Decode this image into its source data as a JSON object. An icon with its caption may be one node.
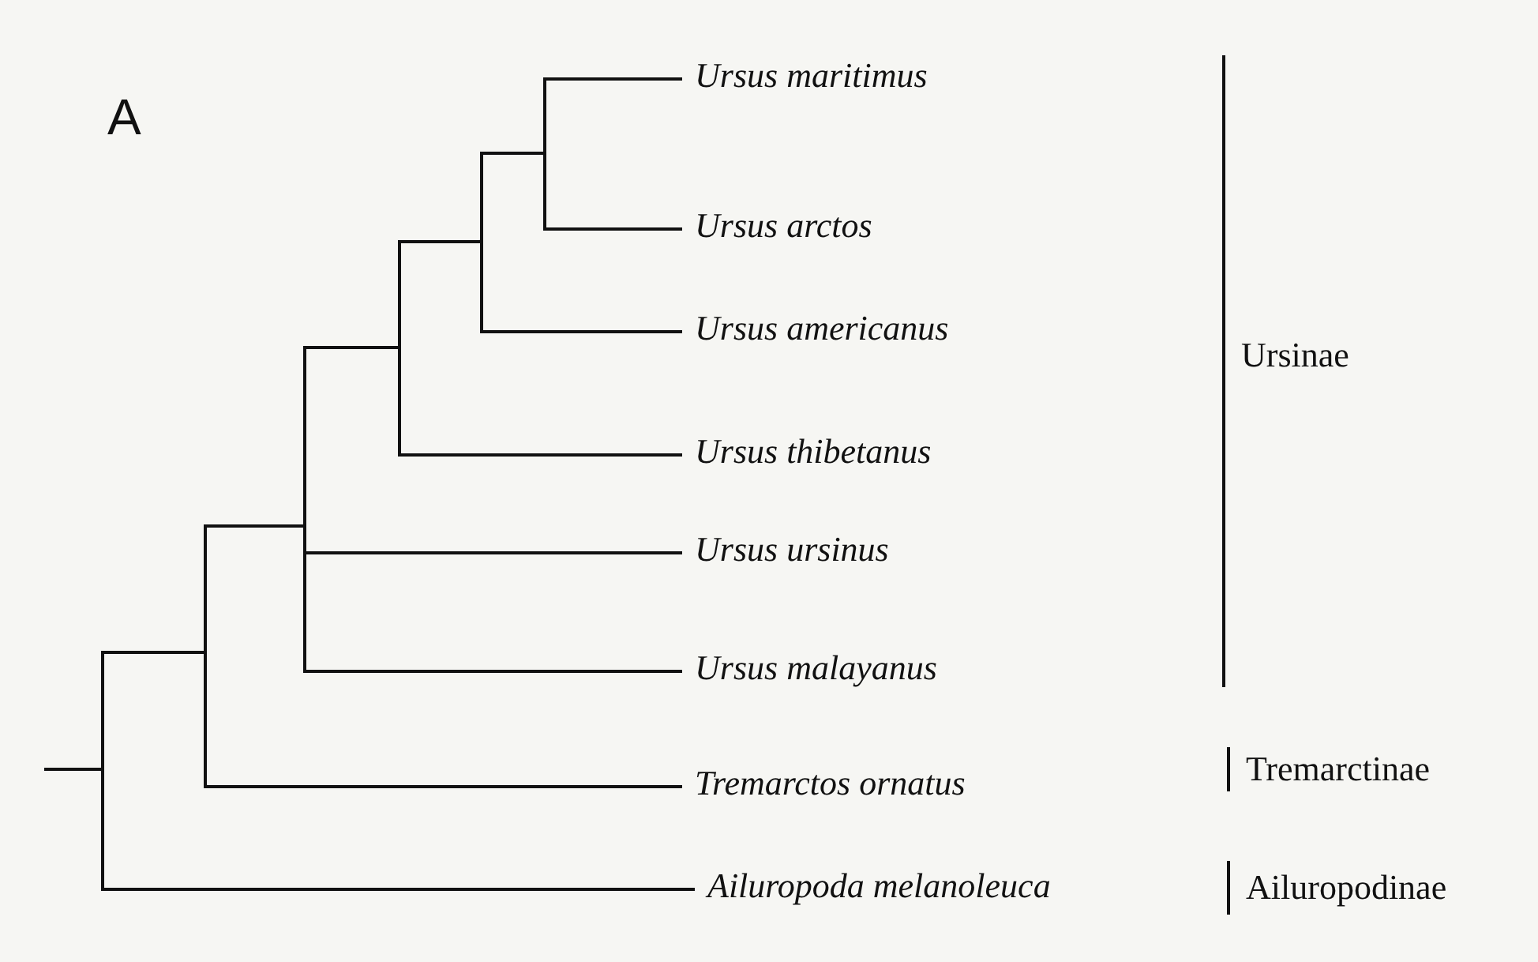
{
  "diagram": {
    "nodes": [
      {
        "text": [
          "Ursus maritimus"
        ]
      },
      {
        "text": [
          "Ursus arctos"
        ]
      },
      {
        "text": [
          "Ursus americanus"
        ]
      },
      {
        "text": [
          "Ursus thibetanus"
        ]
      },
      {
        "text": [
          "Ursus ursinus"
        ]
      },
      {
        "text": [
          "Ursus malayanus"
        ]
      },
      {
        "text": [
          "Tremarctos ornatus"
        ]
      },
      {
        "text": [
          "Ailuropoda melanoleuca"
        ]
      },
      {
        "text": [],
        "shape": "bar"
      },
      {
        "text": [],
        "shape": "bar"
      },
      {
        "text": [],
        "shape": "bar"
      },
      {
        "text": [],
        "shape": "bar"
      },
      {
        "text": [],
        "shape": "bar"
      },
      {
        "text": [],
        "shape": "bar"
      }
    ],
    "edges": [
      {
        "from": 8,
        "to": 0,
        "arrow": "none"
      },
      {
        "from": 8,
        "to": 1,
        "arrow": "none"
      },
      {
        "from": 9,
        "to": 8,
        "arrow": "none"
      },
      {
        "from": 9,
        "to": 2,
        "arrow": "none"
      },
      {
        "from": 10,
        "to": 9,
        "arrow": "none"
      },
      {
        "from": 10,
        "to": 3,
        "arrow": "none"
      },
      {
        "from": 11,
        "to": 10,
        "arrow": "none"
      },
      {
        "from": 11,
        "to": 4,
        "arrow": "none"
      },
      {
        "from": 11,
        "to": 5,
        "arrow": "none"
      },
      {
        "from": 12,
        "to": 11,
        "arrow": "none"
      },
      {
        "from": 12,
        "to": 6,
        "arrow": "none"
      },
      {
        "from": 13,
        "to": 12,
        "arrow": "none"
      },
      {
        "from": 13,
        "to": 7,
        "arrow": "none"
      },
      {
        "from": null,
        "to": 13,
        "arrow": "none"
      }
    ],
    "labels": [
      "A",
      "Ursinae",
      "Tremarctinae",
      "Ailuropodinae"
    ]
  }
}
